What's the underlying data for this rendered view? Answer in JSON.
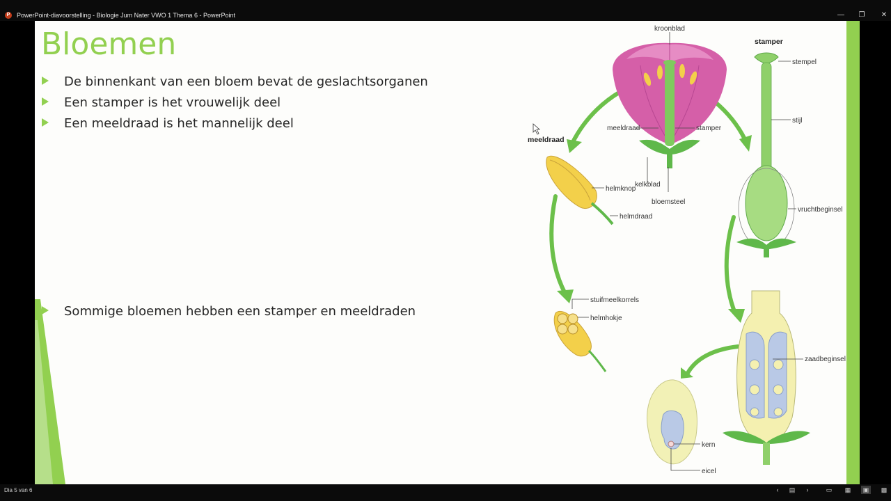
{
  "window": {
    "title": "PowerPoint-diavoorstelling  -  Biologie Jum Nater VWO 1 Thema 6 - PowerPoint",
    "app_icon": "P",
    "controls": [
      "minimize-icon",
      "restore-icon",
      "close-icon"
    ]
  },
  "slide": {
    "title": "Bloemen",
    "bullets": [
      "De binnenkant van een bloem bevat de geslachtsorganen",
      "Een stamper is het vrouwelijk deel",
      "Een meeldraad is het mannelijk deel",
      "Sommige bloemen hebben een stamper en meeldraden"
    ],
    "diagram": {
      "labels": {
        "kroonblad": "kroonblad",
        "stamper_heading": "stamper",
        "stempel": "stempel",
        "stijl": "stijl",
        "meeldraad_heading": "meeldraad",
        "meeldraad": "meeldraad",
        "stamper": "stamper",
        "kelkblad": "kelkblad",
        "bloemsteel": "bloemsteel",
        "helmknop": "helmknop",
        "helmdraad": "helmdraad",
        "vruchtbeginsel": "vruchtbeginsel",
        "stuifmeelkorrels": "stuifmeelkorrels",
        "helmhokje": "helmhokje",
        "zaadbeginsel": "zaadbeginsel",
        "kern": "kern",
        "eicel": "eicel"
      }
    },
    "colors": {
      "accent": "#92d050",
      "petal": "#d55fa8",
      "stem": "#5fb84a",
      "anther": "#f3d04a"
    }
  },
  "status": {
    "slide_indicator": "Dia 5 van 6",
    "icons": [
      "previous-icon",
      "slide-menu-icon",
      "next-icon",
      "normal-view-icon",
      "slide-sorter-icon",
      "reading-view-icon",
      "slideshow-icon"
    ]
  }
}
